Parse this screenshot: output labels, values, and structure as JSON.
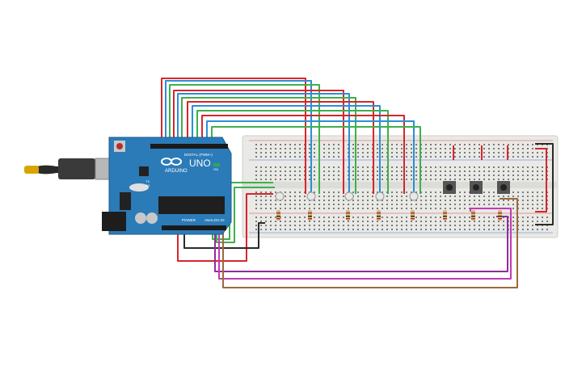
{
  "board": {
    "brand": "ARDUINO",
    "model": "UNO",
    "digital_header_label": "DIGITAL (PWM~)",
    "power_label": "POWER",
    "analog_label": "ANALOG IN",
    "tx_label": "TX",
    "rx_label": "RX",
    "on_label": "ON"
  },
  "components": {
    "rgb_leds": 5,
    "pushbuttons": 3,
    "resistors": 8
  },
  "colors": {
    "board_blue": "#2b7bb8",
    "breadboard": "#e9e9e6",
    "wire_red": "#d6262b",
    "wire_blue": "#2a8fd6",
    "wire_green": "#3db04b",
    "wire_black": "#2b2b2b",
    "wire_purple": "#8e2e9a",
    "wire_magenta": "#c43ab5",
    "wire_brown": "#9b6a3a"
  }
}
